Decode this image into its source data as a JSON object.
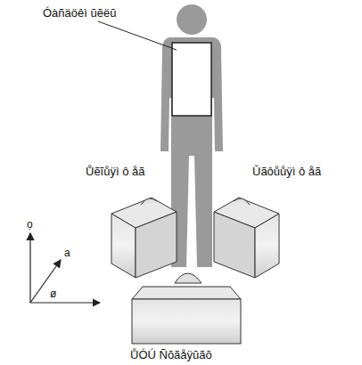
{
  "diagram": {
    "labels": [
      "Óàñäöêì ŭĕëŭ",
      "Ůẽĩůÿì ô åã",
      "Ŭãôůůÿì ô åã",
      "ŮÓÚ Ñŏãåÿŭãŏ",
      "ọ",
      "a",
      "ø"
    ]
  }
}
